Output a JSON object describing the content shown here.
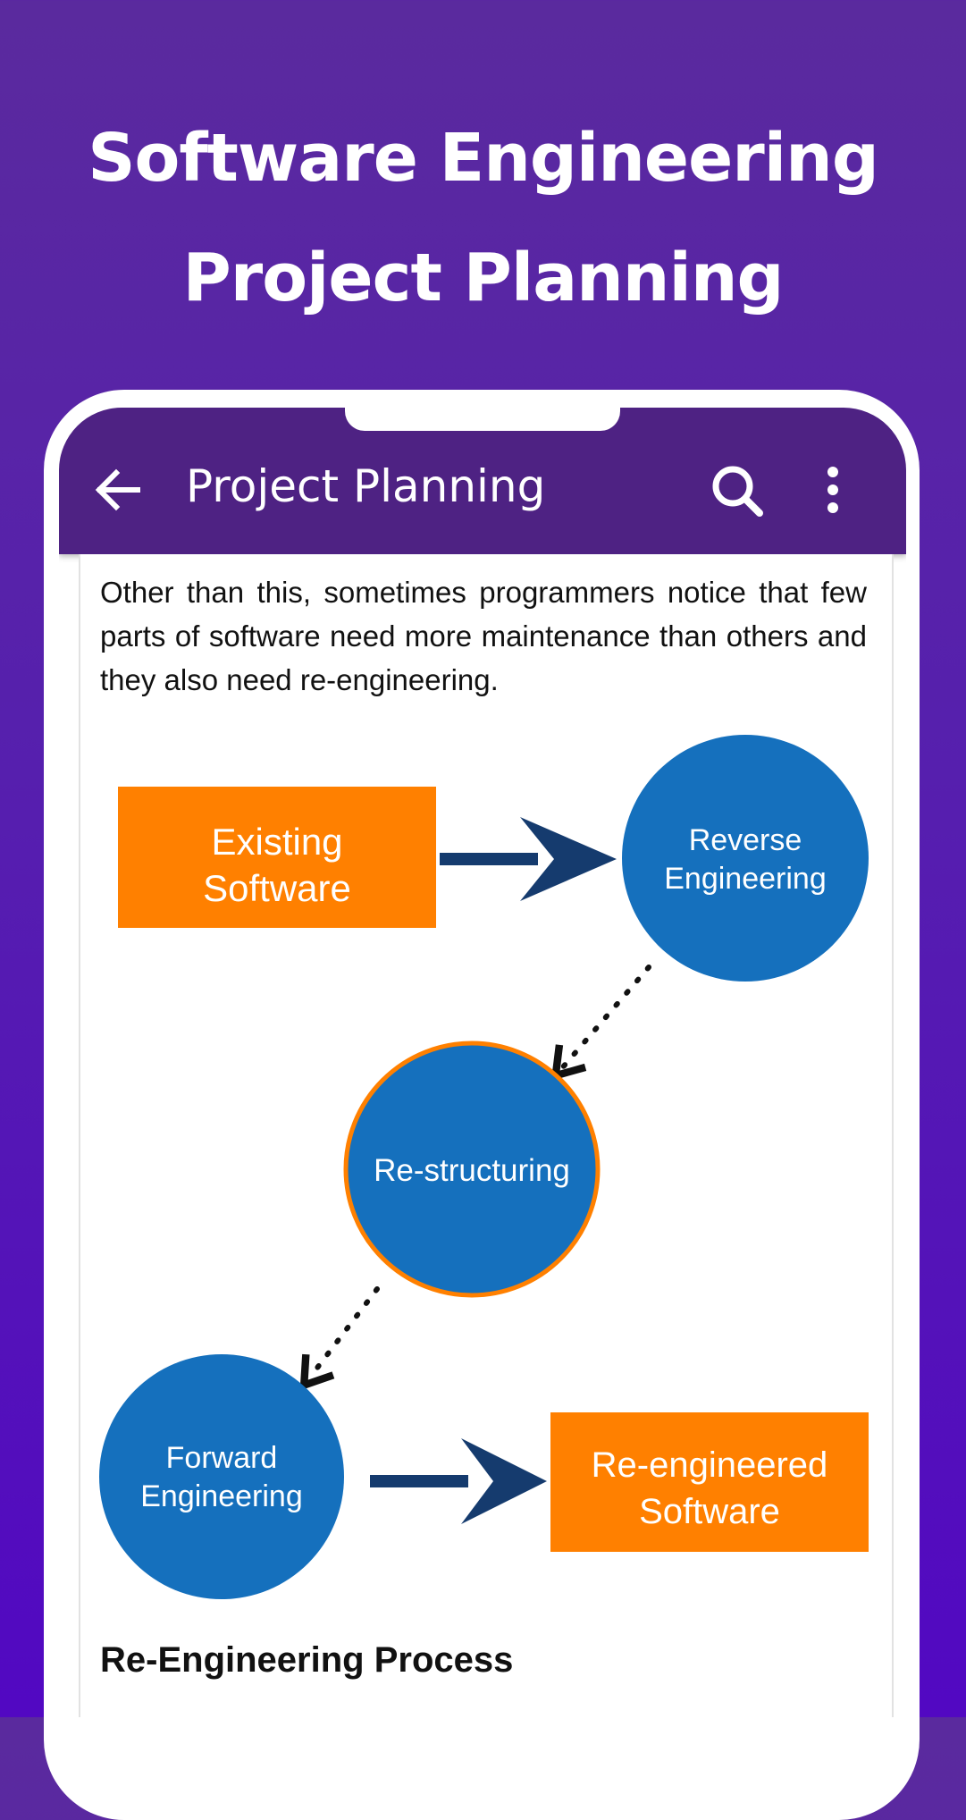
{
  "promo": {
    "title_line1": "Software Engineering",
    "title_line2": "Project Planning"
  },
  "app_bar": {
    "title": "Project Planning",
    "back_icon": "arrow-left-icon",
    "search_icon": "search-icon",
    "more_icon": "more-vertical-icon"
  },
  "content": {
    "paragraph": "Other than this, sometimes programmers notice that few parts of software need more maintenance than others and they also need re-engineering.",
    "caption": "Re-Engineering Process"
  },
  "diagram": {
    "existing_software_line1": "Existing",
    "existing_software_line2": "Software",
    "reverse_engineering_line1": "Reverse",
    "reverse_engineering_line2": "Engineering",
    "restructuring": "Re-structuring",
    "forward_engineering_line1": "Forward",
    "forward_engineering_line2": "Engineering",
    "reengineered_software_line1": "Re-engineered",
    "reengineered_software_line2": "Software"
  },
  "colors": {
    "background_top": "#5a2a9e",
    "background_bottom": "#5208c2",
    "app_bar": "#4e2283",
    "box_orange": "#ff8000",
    "circle_blue": "#1570bd",
    "arrow_navy": "#153b6e"
  }
}
